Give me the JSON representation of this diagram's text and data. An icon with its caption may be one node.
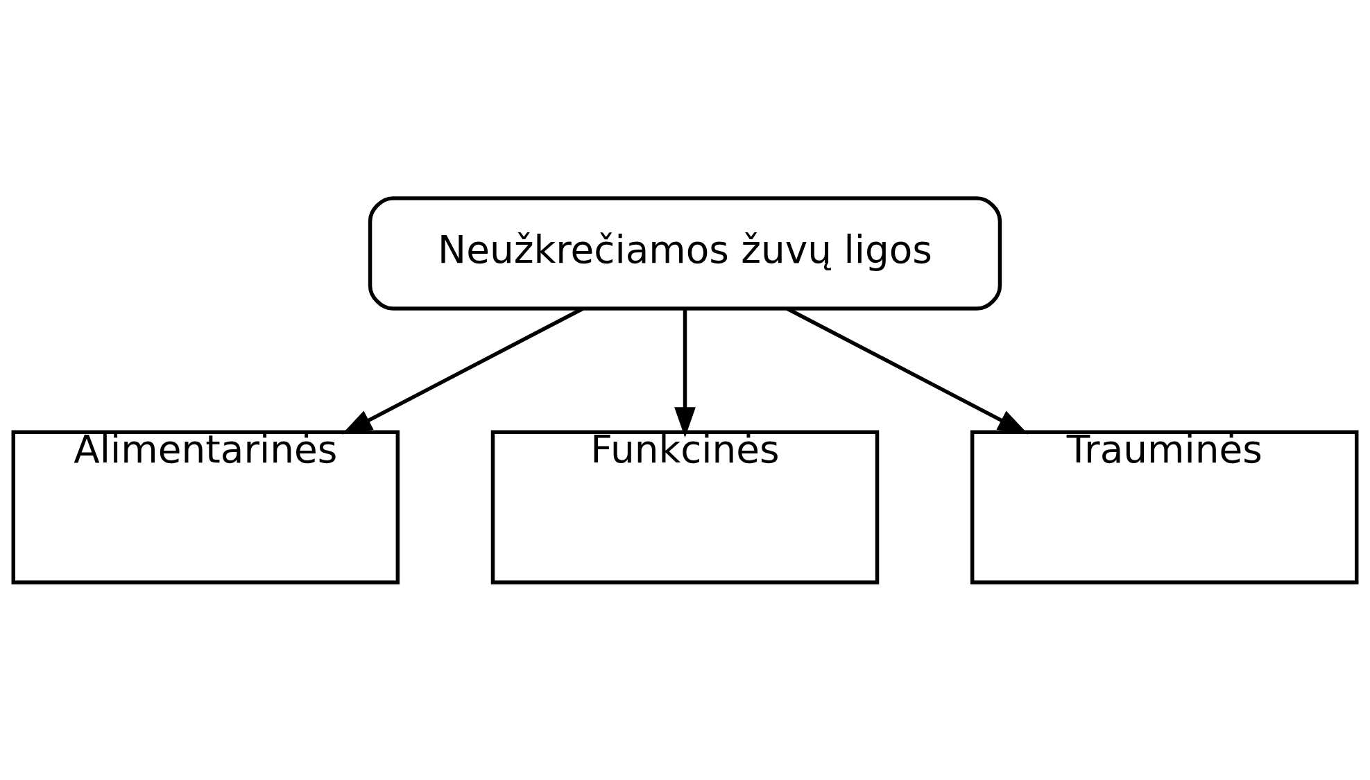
{
  "diagram": {
    "nodes": [
      {
        "text": [
          "Neužkrečiamos žuvų ligos"
        ]
      },
      {
        "text": [
          "Alimentarinės"
        ]
      },
      {
        "text": [
          "Funkcinės"
        ]
      },
      {
        "text": [
          "Trauminės"
        ]
      }
    ],
    "edges": [
      {
        "from": 0,
        "to": 1,
        "arrow": "to"
      },
      {
        "from": 0,
        "to": 2,
        "arrow": "to"
      },
      {
        "from": 0,
        "to": 3,
        "arrow": "to"
      }
    ]
  }
}
